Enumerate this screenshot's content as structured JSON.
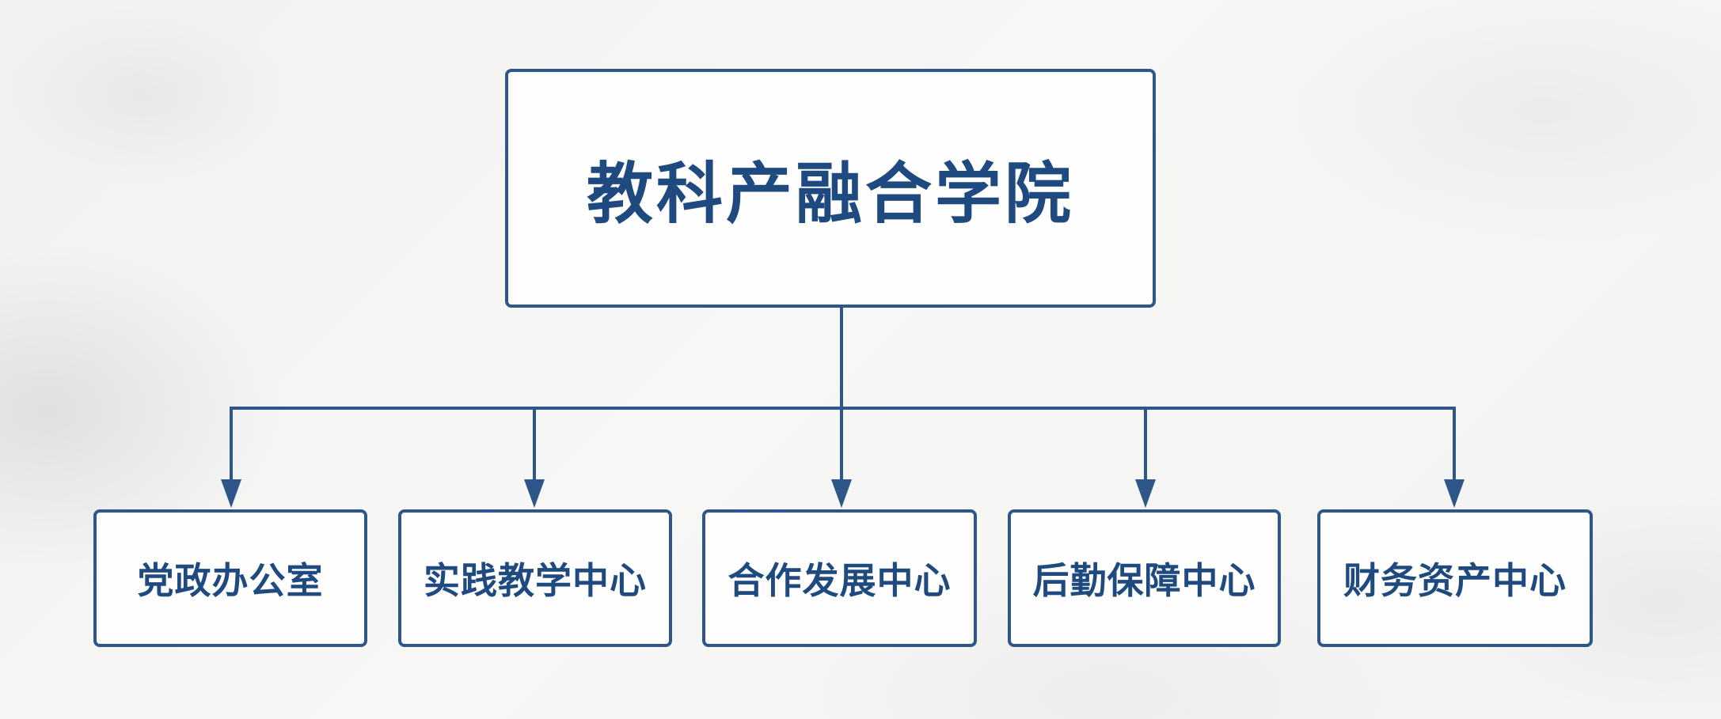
{
  "root": {
    "label": "教科产融合学院"
  },
  "children": [
    {
      "label": "党政办公室"
    },
    {
      "label": "实践教学中心"
    },
    {
      "label": "合作发展中心"
    },
    {
      "label": "后勤保障中心"
    },
    {
      "label": "财务资产中心"
    }
  ],
  "colors": {
    "line": "#2f5688",
    "text": "#1f4a80"
  }
}
